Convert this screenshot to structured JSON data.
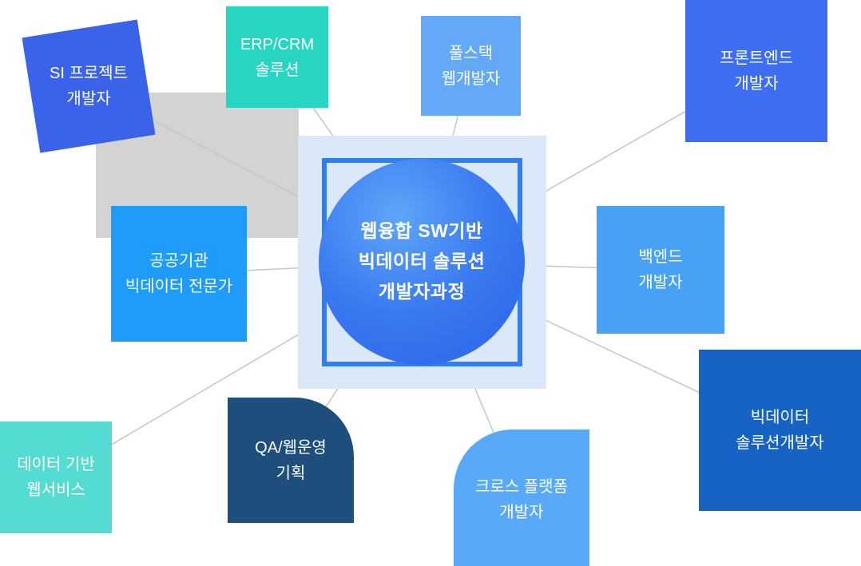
{
  "center": {
    "line1": "웹융합 SW기반",
    "line2": "빅데이터 솔루션",
    "line3": "개발자과정",
    "panel_color": "#dae8f8",
    "frame_color": "#2f7ff2",
    "circle_gradient_start": "#5ea6f8",
    "circle_gradient_end": "#2b63e8"
  },
  "nodes": [
    {
      "id": "si-project",
      "line1": "SI 프로젝트",
      "line2": "개발자",
      "color": "#3b63e9"
    },
    {
      "id": "erp-crm",
      "line1": "ERP/CRM",
      "line2": "솔루션",
      "color": "#27d5c1"
    },
    {
      "id": "fullstack",
      "line1": "풀스택",
      "line2": "웹개발자",
      "color": "#63a9f7"
    },
    {
      "id": "frontend",
      "line1": "프론트엔드",
      "line2": "개발자",
      "color": "#3d6df1"
    },
    {
      "id": "public-bigdata",
      "line1": "공공기관",
      "line2": "빅데이터 전문가",
      "color": "#1f9cfa"
    },
    {
      "id": "backend",
      "line1": "백엔드",
      "line2": "개발자",
      "color": "#47a2f6"
    },
    {
      "id": "data-webservice",
      "line1": "데이터 기반",
      "line2": "웹서비스",
      "color": "#55dcd2"
    },
    {
      "id": "qa-web-planning",
      "line1": "QA/웹운영",
      "line2": "기획",
      "color": "#1e4e7c"
    },
    {
      "id": "cross-platform",
      "line1": "크로스 플랫폼",
      "line2": "개발자",
      "color": "#58a9f8"
    },
    {
      "id": "bigdata-solution",
      "line1": "빅데이터",
      "line2": "솔루션개발자",
      "color": "#1763c4"
    }
  ],
  "connector_color": "#c5c5c5",
  "backdrop_color": "#d3d3d3"
}
